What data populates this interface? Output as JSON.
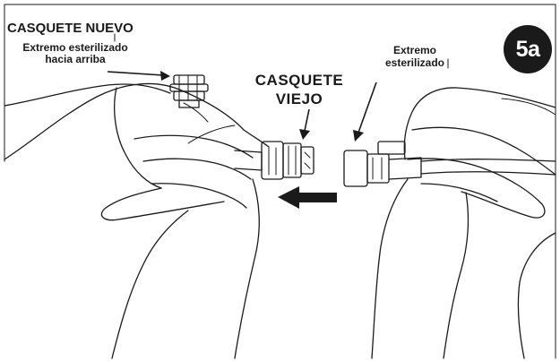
{
  "labels": {
    "new_cap_title": "CASQUETE NUEVO",
    "new_cap_note": "Extremo esterilizado hacia arriba",
    "old_cap_title": "CASQUETE VIEJO",
    "sterile_end_note": "Extremo esterilizado"
  },
  "step_badge": "5a",
  "colors": {
    "ink": "#1a1a1a",
    "background": "#ffffff"
  }
}
